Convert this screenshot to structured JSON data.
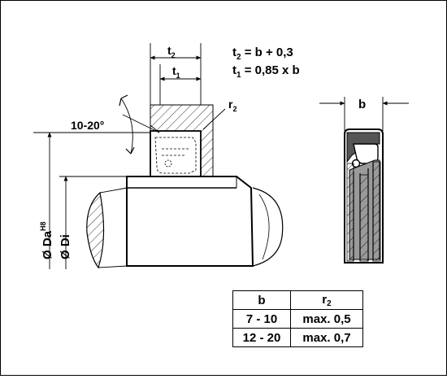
{
  "formulas": {
    "t2": {
      "symbol": "t",
      "sub": "2",
      "rhs": " = b + 0,3"
    },
    "t1": {
      "symbol": "t",
      "sub": "1",
      "rhs": " = 0,85 x b"
    }
  },
  "labels": {
    "t2": {
      "symbol": "t",
      "sub": "2"
    },
    "t1": {
      "symbol": "t",
      "sub": "1"
    },
    "r2": {
      "symbol": "r",
      "sub": "2"
    },
    "angle": "10-20°",
    "b": "b",
    "da": "Ø Da",
    "da_tol": "H8",
    "di": "Ø Di"
  },
  "table": {
    "headers": [
      {
        "symbol": "b",
        "sub": ""
      },
      {
        "symbol": "r",
        "sub": "2"
      }
    ],
    "rows": [
      [
        "7 - 10",
        "max. 0,5"
      ],
      [
        "12 - 20",
        "max. 0,7"
      ]
    ]
  }
}
